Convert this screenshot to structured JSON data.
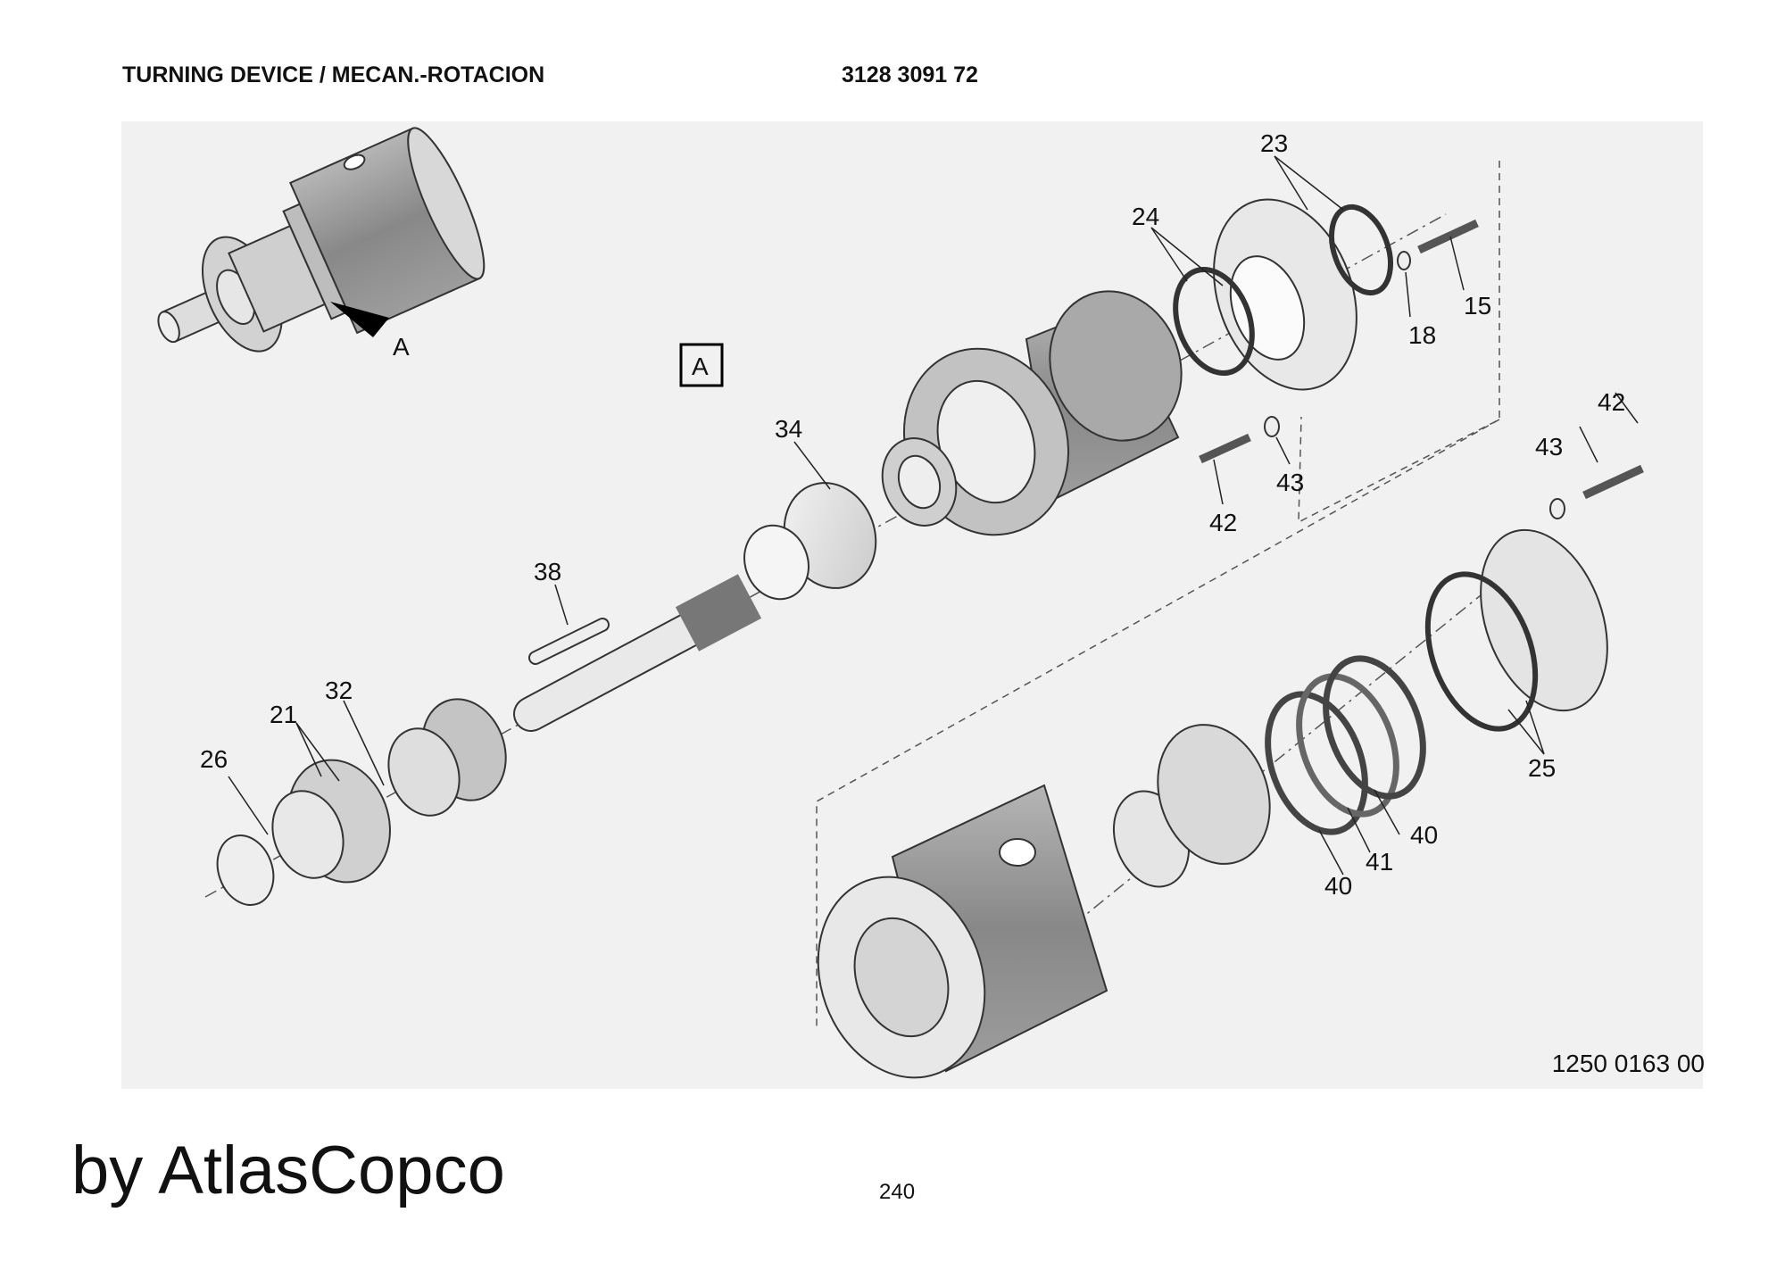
{
  "header": {
    "title": "TURNING DEVICE / MECAN.-ROTACION",
    "part_number": "3128 3091 72"
  },
  "figure": {
    "view_label": "A",
    "detail_label": "A",
    "drawing_number": "1250 0163 00",
    "callouts": [
      "23",
      "24",
      "18",
      "15",
      "34",
      "42",
      "43",
      "38",
      "43",
      "42",
      "32",
      "21",
      "26",
      "25",
      "40",
      "41",
      "40"
    ]
  },
  "footer": {
    "brand": "by AtlasCopco",
    "page": "240"
  }
}
